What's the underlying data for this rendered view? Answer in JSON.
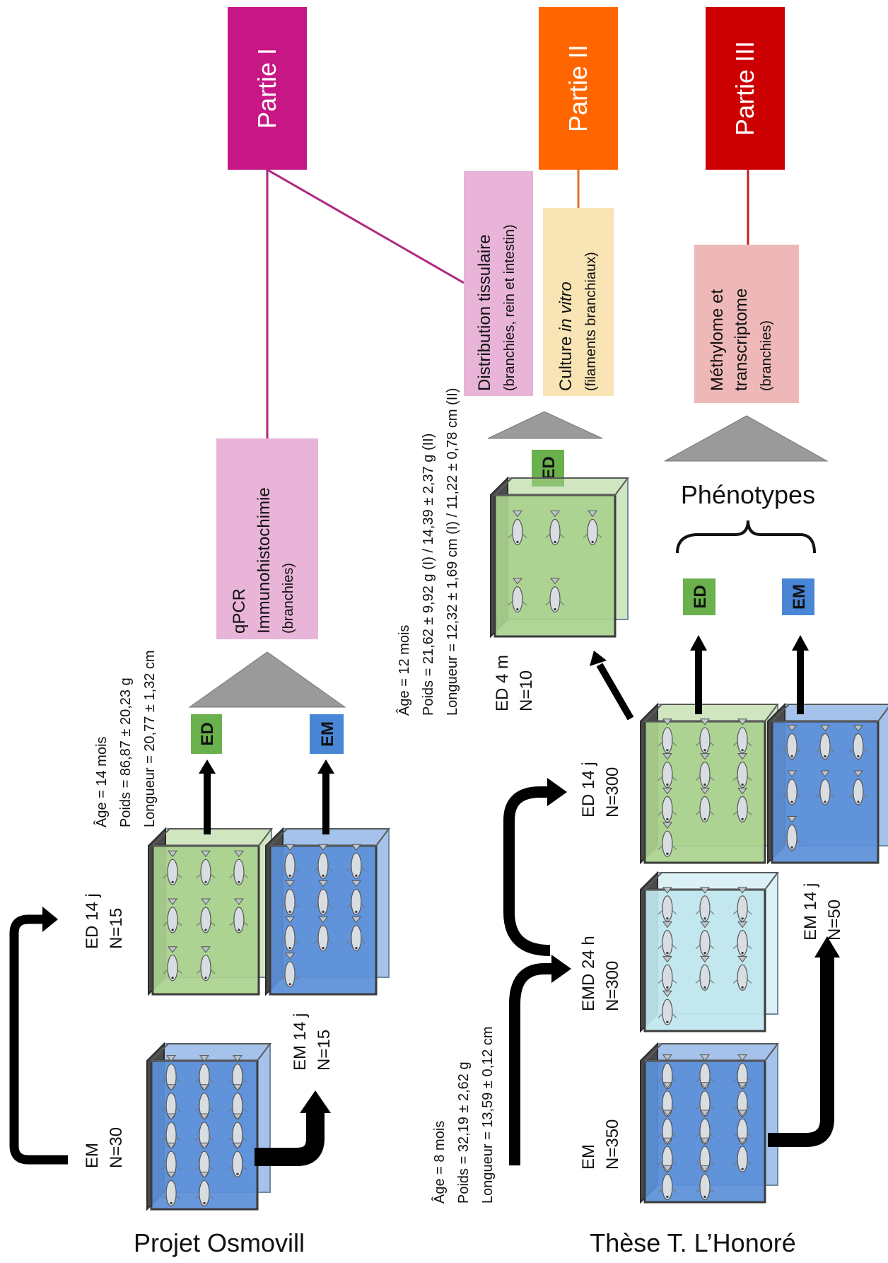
{
  "colors": {
    "partie1": "#c71785",
    "partie2": "#ff6600",
    "partie3": "#cc0000",
    "pink_box": "#e8b4d8",
    "yellow_box": "#f8e4b4",
    "salmon_box": "#efb8b8",
    "ed_green": "#6ab04c",
    "em_blue": "#4a86d6",
    "tank_green": "#a9d18e",
    "tank_blue": "#5b8fd9",
    "tank_cyan": "#bfe6ee",
    "triangle": "#9a9a9a"
  },
  "projects": {
    "osmovill": "Projet Osmovill",
    "these": "Thèse T. L’Honoré"
  },
  "parts": {
    "p1": "Partie I",
    "p2": "Partie II",
    "p3": "Partie III"
  },
  "analyses": {
    "qpcr": {
      "l1": "qPCR",
      "l2": "Immunohistochimie",
      "l3": "(branchies)"
    },
    "distribution": {
      "l1": "Distribution tissulaire",
      "l2": "(branchies, rein et intestin)"
    },
    "culture": {
      "l1a": "Culture ",
      "l1b": "in vitro",
      "l2": "(filaments branchiaux)"
    },
    "methylome": {
      "l1": "Méthylome et",
      "l2": "transcriptome",
      "l3": "(branchies)"
    }
  },
  "tags": {
    "ed": "ED",
    "em": "EM"
  },
  "phenotypes": "Phénotypes",
  "tanks": {
    "osm_em": {
      "l1": "EM",
      "l2": "N=30"
    },
    "osm_ed": {
      "l1": "ED 14 j",
      "l2": "N=15"
    },
    "osm_em14": {
      "l1": "EM 14 j",
      "l2": "N=15"
    },
    "th_em": {
      "l1": "EM",
      "l2": "N=350"
    },
    "th_emd": {
      "l1": "EMD 24 h",
      "l2": "N=300"
    },
    "th_ed14": {
      "l1": "ED 14 j",
      "l2": "N=300"
    },
    "th_em14": {
      "l1": "EM 14 j",
      "l2": "N=50"
    },
    "th_ed4": {
      "l1": "ED 4 m",
      "l2": "N=10"
    }
  },
  "stats": {
    "osm": {
      "l1": "Âge = 14 mois",
      "l2": "Poids = 86,87 ± 20,23 g",
      "l3": "Longueur = 20,77 ± 1,32 cm"
    },
    "th8": {
      "l1": "Âge = 8 mois",
      "l2": "Poids = 32,19 ± 2,62 g",
      "l3": "Longueur = 13,59 ± 0,12 cm"
    },
    "th12": {
      "l1": "Âge = 12 mois",
      "l2": "Poids = 21,62 ± 9,92 g (I) / 14,39 ± 2,37 g (II)",
      "l3": "Longueur = 12,32 ± 1,69 cm (I) / 11,22 ± 0,78 cm (II)"
    }
  }
}
